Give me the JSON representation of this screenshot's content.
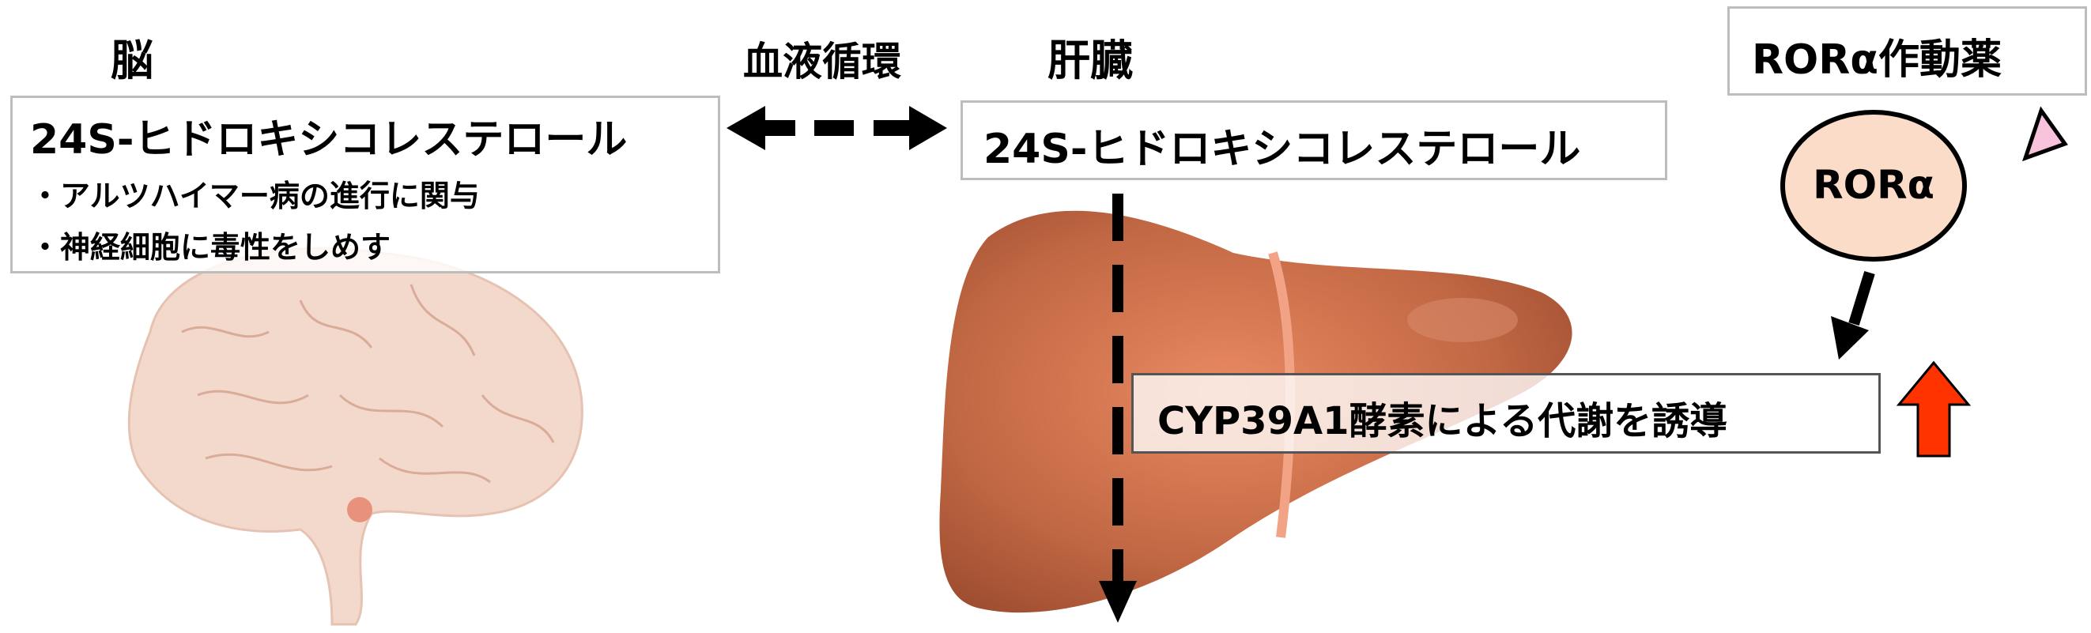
{
  "brain": {
    "title": "脳",
    "compound": "24S-ヒドロキシコレステロール",
    "notes": [
      "・アルツハイマー病の進行に関与",
      "・神経細胞に毒性をしめす"
    ]
  },
  "circulation": {
    "label": "血液循環"
  },
  "liver": {
    "title": "肝臓",
    "compound": "24S-ヒドロキシコレステロール",
    "effect": "CYP39A1酵素による代謝を誘導"
  },
  "agonist": {
    "label": "RORα作動薬",
    "receptor": "RORα"
  },
  "colors": {
    "liver": "#b8623f",
    "brain": "#f3d9cc",
    "receptor": "#fbdcc8",
    "ligand": "#f7c3dc",
    "up_arrow": "#ff3300"
  }
}
